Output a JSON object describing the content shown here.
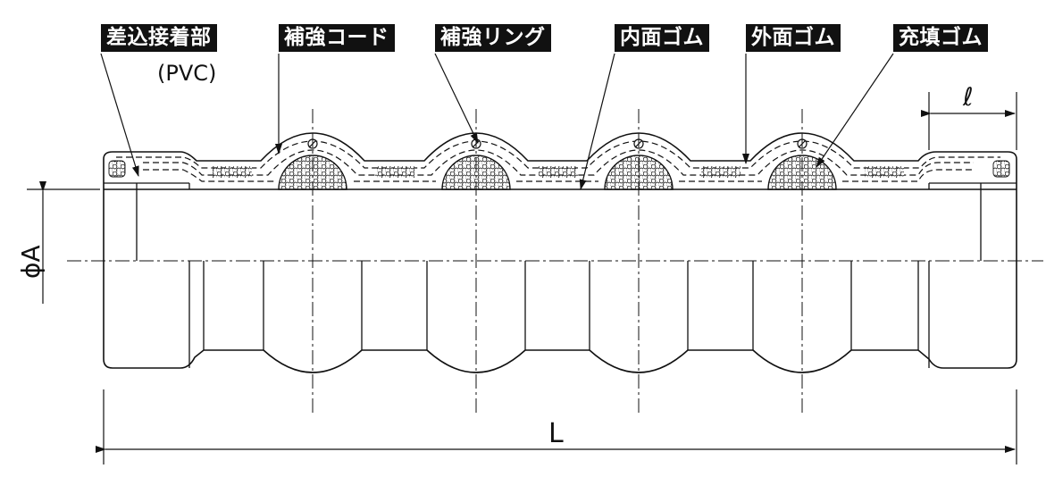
{
  "labels": {
    "insertion_joint": "差込接着部",
    "insertion_joint_material": "(PVC)",
    "reinforcing_cord": "補強コード",
    "reinforcing_ring": "補強リング",
    "inner_rubber": "内面ゴム",
    "outer_rubber": "外面ゴム",
    "filler_rubber": "充填ゴム"
  },
  "dimensions": {
    "diameter": "ϕA",
    "socket_length": "ℓ",
    "total_length": "L"
  }
}
